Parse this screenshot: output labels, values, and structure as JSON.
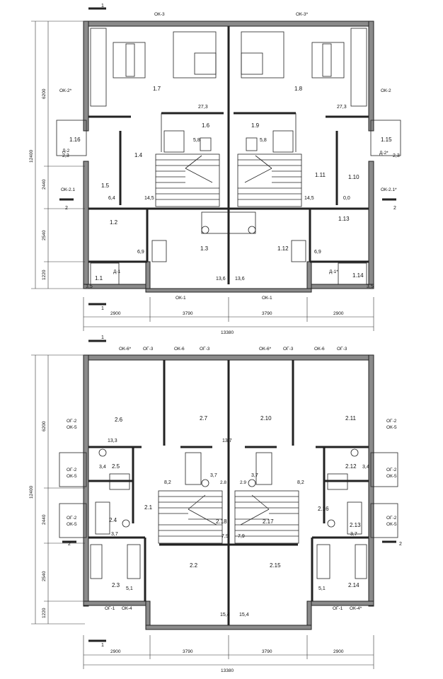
{
  "plans": [
    {
      "id": "floor1",
      "top_marks": [
        "ОК-3",
        "ОК-3*"
      ],
      "bottom_marks": [
        "ОК-1",
        "ОК-1"
      ],
      "side_marks": [
        {
          "label": "ОК-2*",
          "side": "left"
        },
        {
          "label": "ОК-2",
          "side": "right"
        },
        {
          "label": "ОК-2.1",
          "side": "left"
        },
        {
          "label": "ОК-2.1*",
          "side": "right"
        },
        {
          "label": "Д-2",
          "side": "left"
        },
        {
          "label": "Д-2*",
          "side": "right"
        },
        {
          "label": "Д-1",
          "side": "left"
        },
        {
          "label": "Д-1*",
          "side": "right"
        }
      ],
      "rooms": [
        "1.7",
        "1.8",
        "1.6",
        "1.9",
        "1.16",
        "1.15",
        "1.4",
        "1.11",
        "1.5",
        "1.10",
        "1.2",
        "1.13",
        "1.3",
        "1.12",
        "1.1",
        "1.14"
      ],
      "areas": [
        "27,3",
        "27,3",
        "5,8",
        "5,8",
        "2,3",
        "2,3",
        "6,4",
        "0,0",
        "14,5",
        "14,5",
        "6,9",
        "6,9",
        "13,6",
        "13,6",
        "3,5",
        "3,5"
      ],
      "section_marks": [
        "1",
        "1",
        "2",
        "2"
      ],
      "vertical_dims": [
        "6200",
        "12400",
        "2440",
        "2540",
        "1220"
      ],
      "horizontal_dims": [
        "2900",
        "3790",
        "3790",
        "2900",
        "13380"
      ]
    },
    {
      "id": "floor2",
      "top_marks": [
        "ОК-6*",
        "ОГ-3",
        "ОК-6",
        "ОГ-3",
        "ОК-6*",
        "ОГ-3",
        "ОК-6",
        "ОГ-3"
      ],
      "bottom_marks": [
        "ОГ-1",
        "ОК-4",
        "ОГ-1",
        "ОК-4*"
      ],
      "side_marks": [
        {
          "label": "ОГ-2",
          "side": "left"
        },
        {
          "label": "ОК-5",
          "side": "left"
        },
        {
          "label": "ОГ-2",
          "side": "right"
        },
        {
          "label": "ОК-5",
          "side": "right"
        },
        {
          "label": "ОГ-2",
          "side": "left"
        },
        {
          "label": "ОК-5",
          "side": "left"
        },
        {
          "label": "ОГ-2",
          "side": "right"
        },
        {
          "label": "ОК-5",
          "side": "right"
        },
        {
          "label": "ОГ-2",
          "side": "left"
        },
        {
          "label": "ОК-5",
          "side": "left"
        },
        {
          "label": "ОГ-2",
          "side": "right"
        },
        {
          "label": "ОК-5",
          "side": "right"
        }
      ],
      "rooms": [
        "2.6",
        "2.7",
        "2.10",
        "2.11",
        "2.5",
        "2.8",
        "2.9",
        "2.12",
        "2.4",
        "2.1",
        "2.18",
        "2.17",
        "2.16",
        "2.13",
        "2.3",
        "2.2",
        "2.15",
        "2.14"
      ],
      "areas": [
        "13,3",
        "13,7",
        "3,4",
        "3,4",
        "3,7",
        "3,7",
        "8,2",
        "8,2",
        "3,7",
        "3,7",
        "7,9",
        "7,9",
        "5,1",
        "5,1",
        "15,4",
        "15,4"
      ],
      "section_marks": [
        "1",
        "1",
        "2",
        "2"
      ],
      "vertical_dims": [
        "6200",
        "12400",
        "2440",
        "2540",
        "1220"
      ],
      "horizontal_dims": [
        "2900",
        "3790",
        "3790",
        "2900",
        "13380"
      ]
    }
  ]
}
